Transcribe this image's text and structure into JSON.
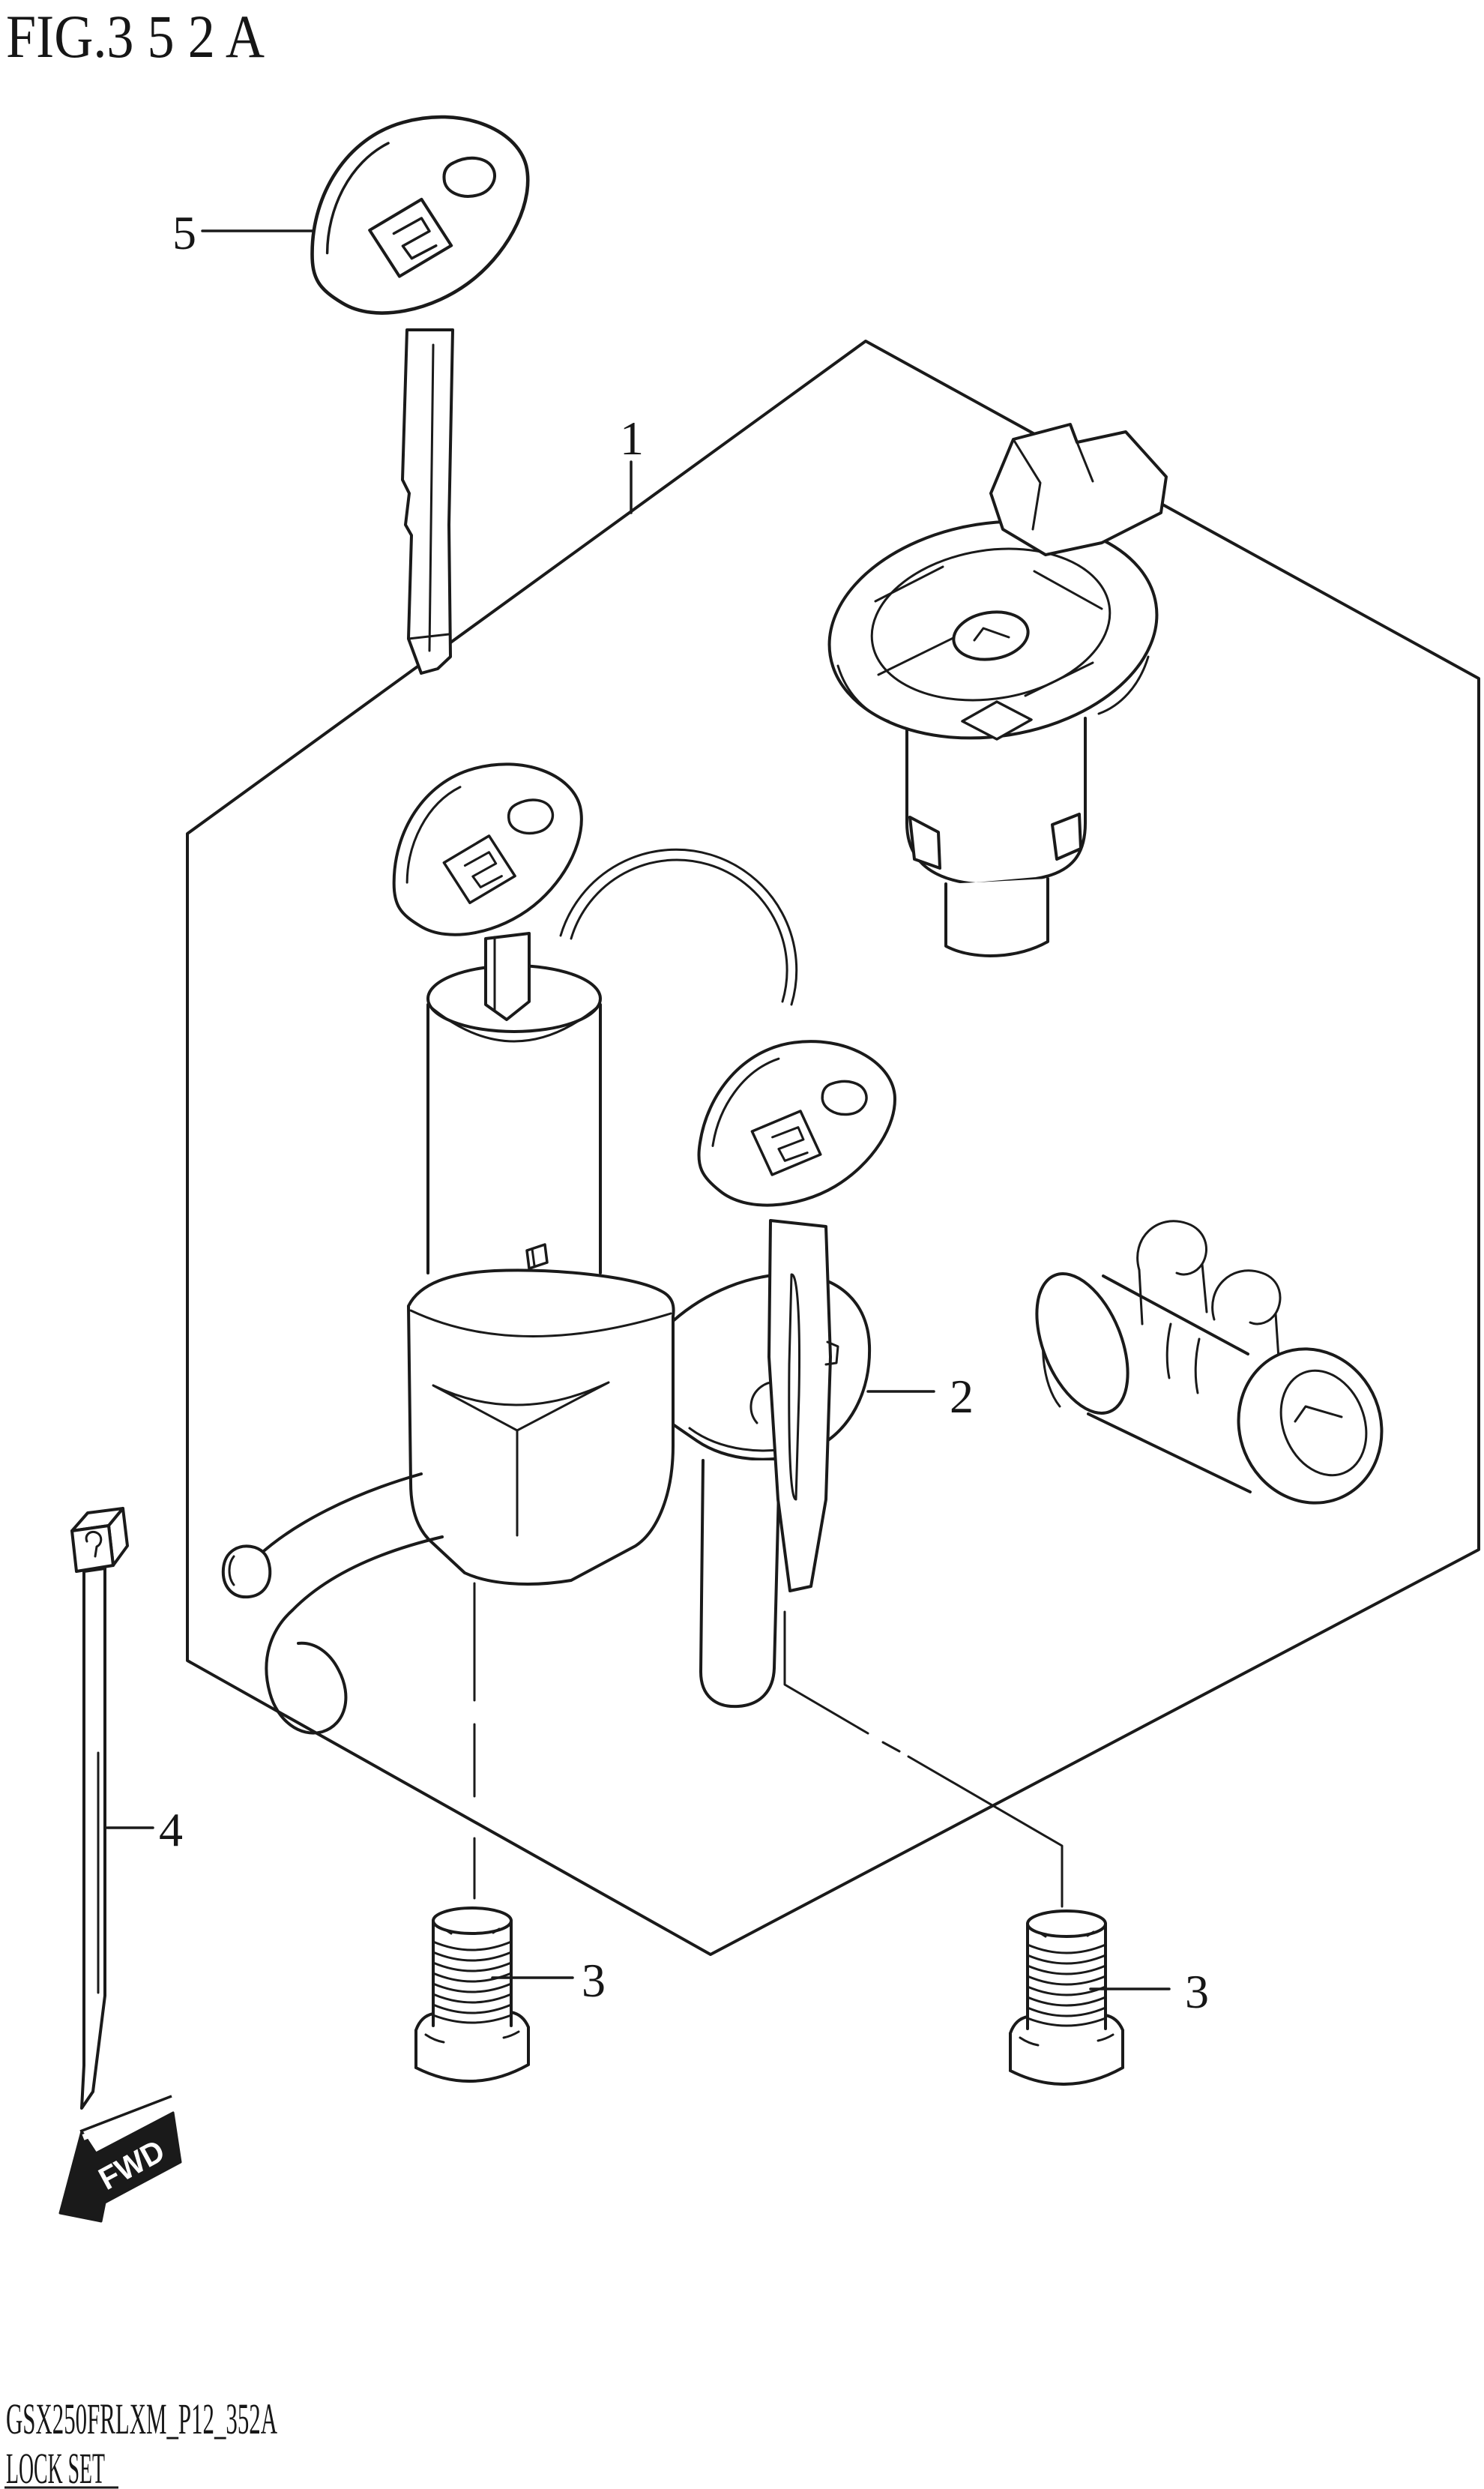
{
  "title": "FIG.3 5 2 A",
  "colors": {
    "ink": "#1a1a1a",
    "background": "#ffffff"
  },
  "fwd_marker": {
    "label": "FWD"
  },
  "callouts": {
    "c1": "1",
    "c2": "2",
    "c3a": "3",
    "c3b": "3",
    "c4": "4",
    "c5": "5"
  },
  "footer": {
    "drawing_code": "GSX250FRLXM_P12_352A",
    "part_group_name": "LOCK SET"
  }
}
